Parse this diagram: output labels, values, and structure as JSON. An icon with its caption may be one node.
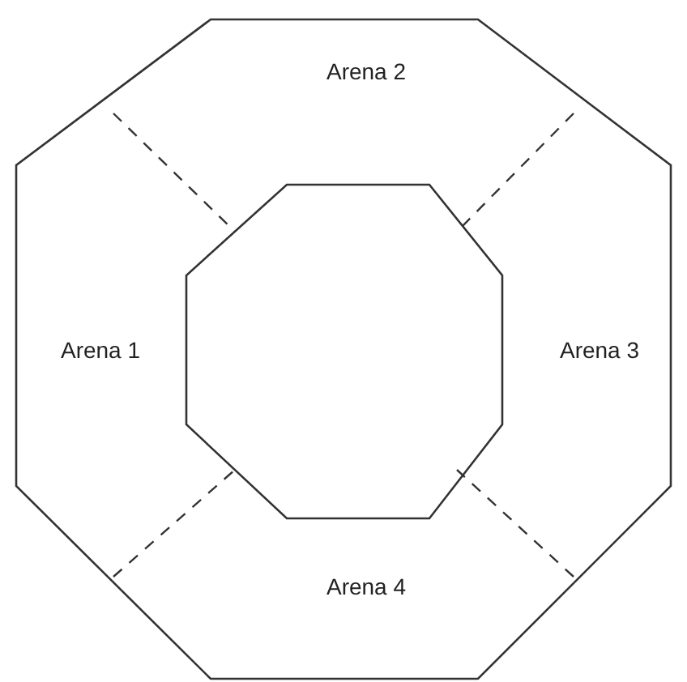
{
  "diagram": {
    "nodes": [
      {
        "text": [],
        "shape": "octagon"
      },
      {
        "text": [
          "Arena 2"
        ],
        "in": 0
      },
      {
        "text": [
          "Arena 1"
        ],
        "in": 0
      },
      {
        "text": [
          "Arena 3"
        ],
        "in": 0
      },
      {
        "text": [
          "Arena 4"
        ],
        "in": 0
      },
      {
        "text": [],
        "shape": "octagon",
        "in": 0
      }
    ]
  }
}
